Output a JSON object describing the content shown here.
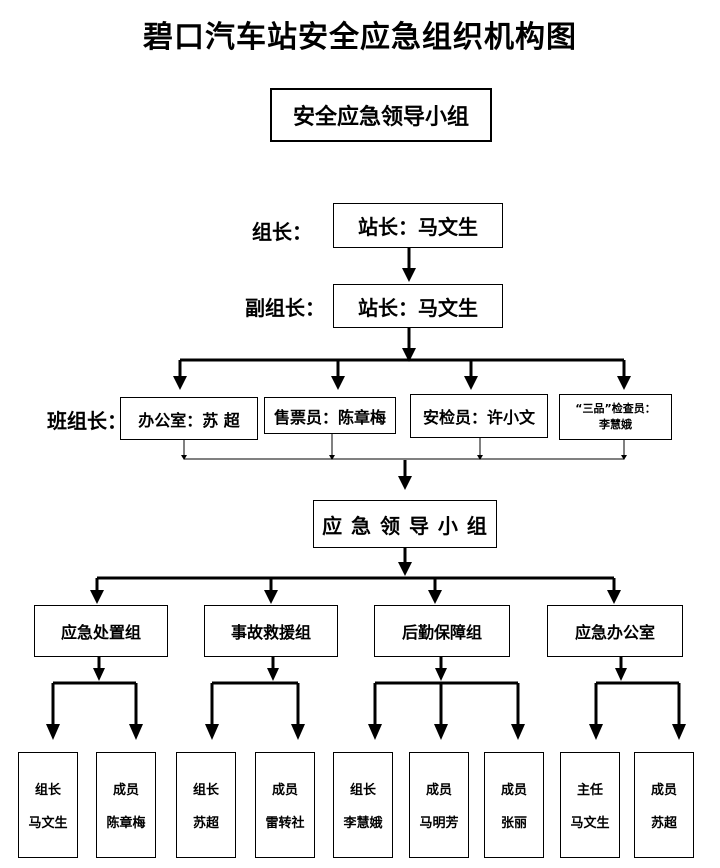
{
  "title": "碧口汽车站安全应急组织机构图",
  "leader_group": "安全应急领导小组",
  "leader": {
    "label": "组长：",
    "value": "站长：马文生"
  },
  "deputy": {
    "label": "副组长：",
    "value": "站长：马文生"
  },
  "team_leaders": {
    "label": "班组长：",
    "items": [
      {
        "text": "办公室：苏    超"
      },
      {
        "text": "售票员：陈章梅"
      },
      {
        "text": "安检员：许小文"
      },
      {
        "line1": "“三品”检查员：",
        "line2": "李慧娥"
      }
    ]
  },
  "emergency_group": "应 急 领 导 小 组",
  "groups": [
    {
      "name": "应急处置组",
      "members": [
        {
          "role": "组长",
          "name": "马文生"
        },
        {
          "role": "成员",
          "name": "陈章梅"
        }
      ]
    },
    {
      "name": "事故救援组",
      "members": [
        {
          "role": "组长",
          "name": "苏超"
        },
        {
          "role": "成员",
          "name": "雷转社"
        }
      ]
    },
    {
      "name": "后勤保障组",
      "members": [
        {
          "role": "组长",
          "name": "李慧娥"
        },
        {
          "role": "成员",
          "name": "马明芳"
        },
        {
          "role": "成员",
          "name": "张丽"
        }
      ]
    },
    {
      "name": "应急办公室",
      "members": [
        {
          "role": "主任",
          "name": "马文生"
        },
        {
          "role": "成员",
          "name": "苏超"
        }
      ]
    }
  ]
}
